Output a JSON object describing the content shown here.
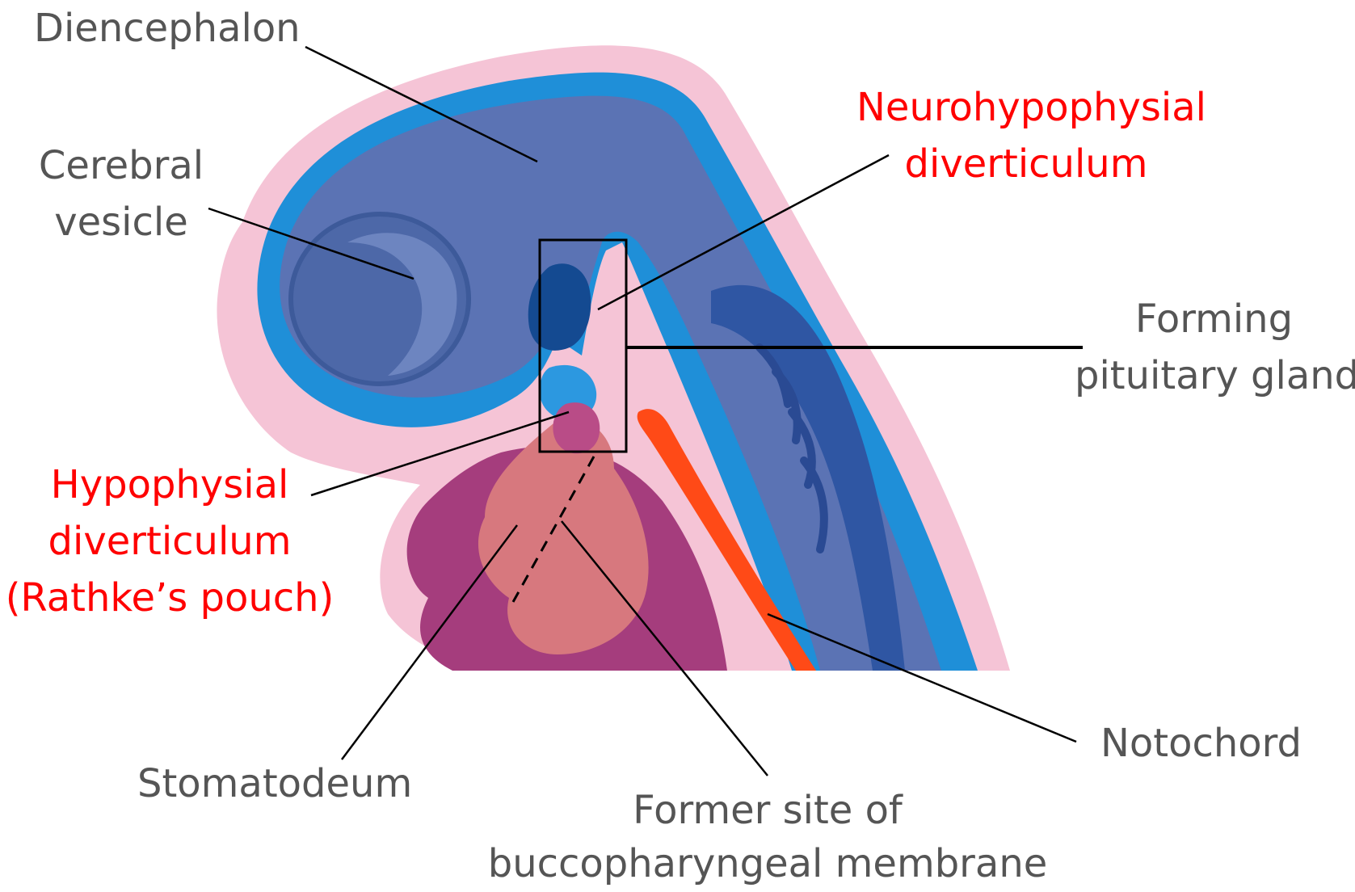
{
  "labels": {
    "diencephalon": "Diencephalon",
    "cerebral_vesicle": [
      "Cerebral",
      "vesicle"
    ],
    "neurohypophysial_diverticulum": [
      "Neurohypophysial",
      "diverticulum"
    ],
    "forming_pituitary_gland": [
      "Forming",
      "pituitary gland"
    ],
    "hypophysial_diverticulum": [
      "Hypophysial",
      "diverticulum",
      "(Rathke’s pouch)"
    ],
    "stomatodeum": "Stomatodeum",
    "former_site": [
      "Former site of",
      "buccopharyngeal membrane"
    ],
    "notochord": "Notochord"
  },
  "colors": {
    "label_text": "#555555",
    "highlight_text": "#ff0000",
    "outer_layer": "#f5c4d6",
    "neural_tube_wall": "#1f8fd8",
    "brain_cavity": "#5b73b4",
    "dark_region": "#144a91",
    "pharynx": "#a53d7d",
    "stomatodeum": "#d7787e",
    "notochord": "#ff4a17",
    "leader_line": "#000000"
  }
}
